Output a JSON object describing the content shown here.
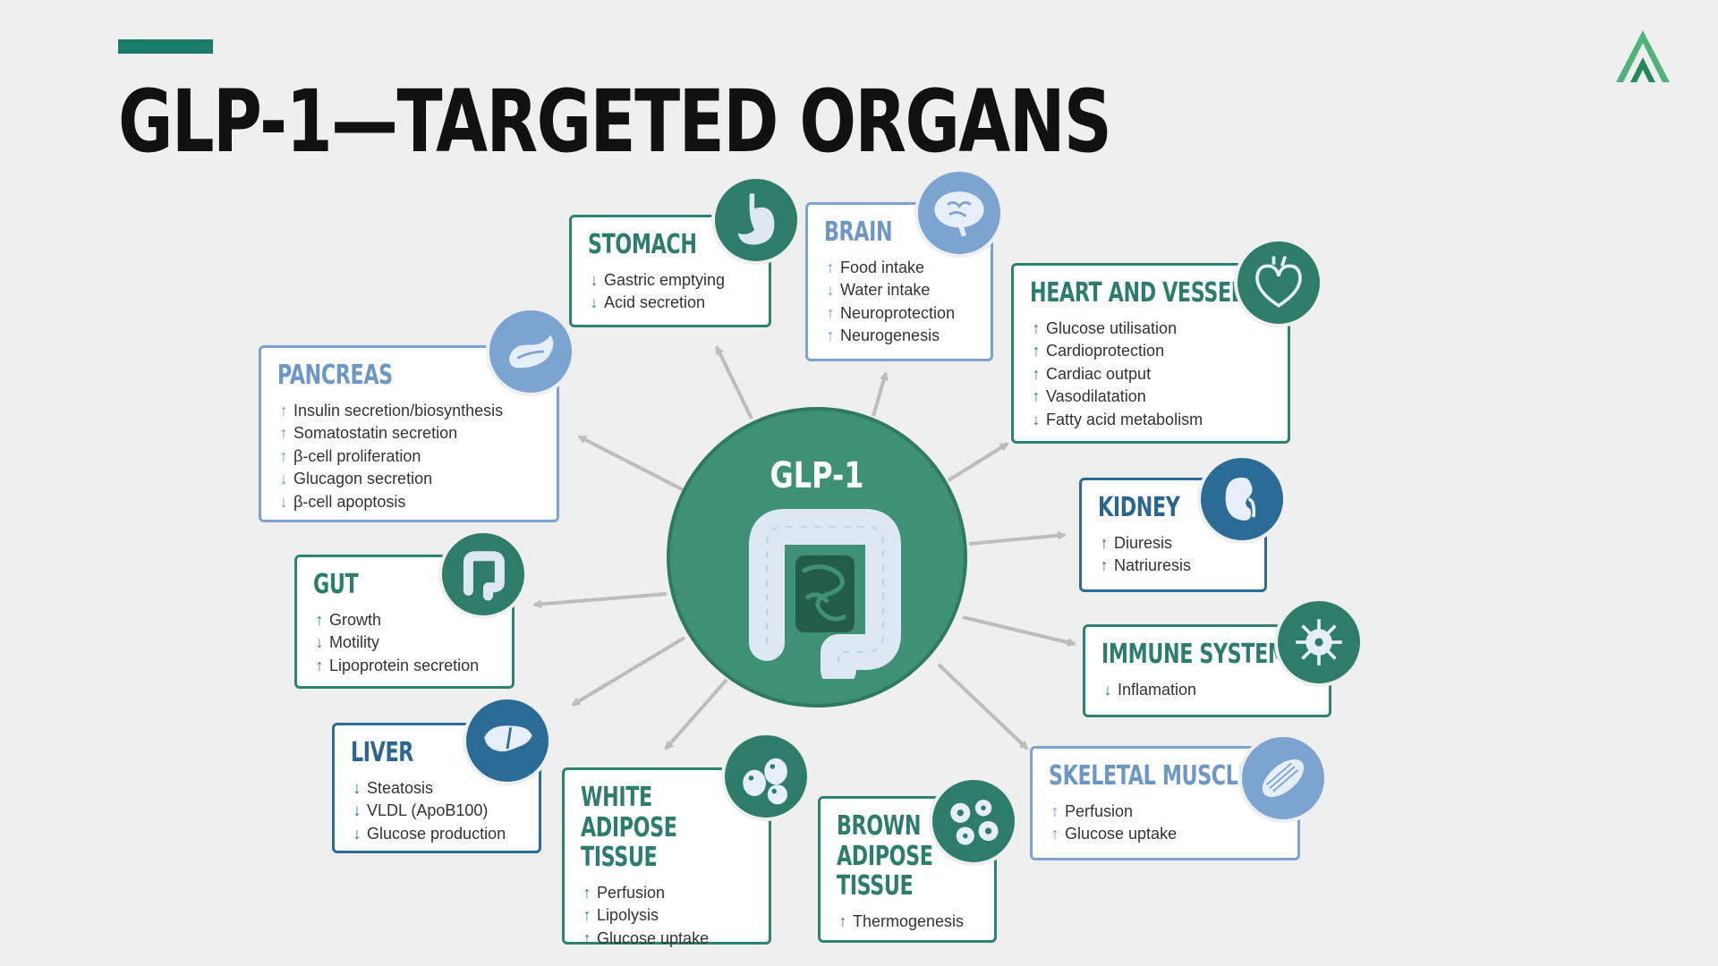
{
  "title": "GLP-1—TARGETED ORGANS",
  "center_label": "GLP-1",
  "colors": {
    "accent": "#1a7d6a",
    "teal": "#2d8270",
    "blue": "#7aa3cf",
    "navy": "#2a6c96",
    "center": "#3f9176"
  },
  "up_arrow": "↑",
  "down_arrow": "↓",
  "organs": [
    {
      "name": "STOMACH",
      "icon": "stomach-icon",
      "effects": [
        {
          "dir": "down",
          "text": "Gastric emptying"
        },
        {
          "dir": "down",
          "text": "Acid secretion"
        }
      ]
    },
    {
      "name": "BRAIN",
      "icon": "brain-icon",
      "effects": [
        {
          "dir": "up",
          "text": "Food intake"
        },
        {
          "dir": "down",
          "text": "Water intake"
        },
        {
          "dir": "up",
          "text": "Neuroprotection"
        },
        {
          "dir": "up",
          "text": "Neurogenesis"
        }
      ]
    },
    {
      "name": "HEART AND VESSELS",
      "icon": "heart-icon",
      "effects": [
        {
          "dir": "up",
          "text": "Glucose utilisation"
        },
        {
          "dir": "up",
          "text": "Cardioprotection"
        },
        {
          "dir": "up",
          "text": "Cardiac output"
        },
        {
          "dir": "up",
          "text": "Vasodilatation"
        },
        {
          "dir": "down",
          "text": "Fatty acid metabolism"
        }
      ]
    },
    {
      "name": "PANCREAS",
      "icon": "pancreas-icon",
      "effects": [
        {
          "dir": "up",
          "text": "Insulin secretion/biosynthesis"
        },
        {
          "dir": "up",
          "text": "Somatostatin secretion"
        },
        {
          "dir": "up",
          "text": "β-cell proliferation"
        },
        {
          "dir": "down",
          "text": "Glucagon secretion"
        },
        {
          "dir": "down",
          "text": "β-cell apoptosis"
        }
      ]
    },
    {
      "name": "KIDNEY",
      "icon": "kidney-icon",
      "effects": [
        {
          "dir": "up",
          "text": "Diuresis"
        },
        {
          "dir": "up",
          "text": "Natriuresis"
        }
      ]
    },
    {
      "name": "GUT",
      "icon": "gut-icon",
      "effects": [
        {
          "dir": "up",
          "text": "Growth"
        },
        {
          "dir": "down",
          "text": "Motility"
        },
        {
          "dir": "up",
          "text": "Lipoprotein secretion"
        }
      ]
    },
    {
      "name": "IMMUNE SYSTEM",
      "icon": "immune-cell-icon",
      "effects": [
        {
          "dir": "down",
          "text": "Inflamation"
        }
      ]
    },
    {
      "name": "LIVER",
      "icon": "liver-icon",
      "effects": [
        {
          "dir": "down",
          "text": "Steatosis"
        },
        {
          "dir": "down",
          "text": "VLDL (ApoB100)"
        },
        {
          "dir": "down",
          "text": "Glucose production"
        }
      ]
    },
    {
      "name": "WHITE\nADIPOSE TISSUE",
      "icon": "white-adipose-icon",
      "effects": [
        {
          "dir": "up",
          "text": "Perfusion"
        },
        {
          "dir": "up",
          "text": "Lipolysis"
        },
        {
          "dir": "up",
          "text": "Glucose uptake"
        }
      ]
    },
    {
      "name": "BROWN\nADIPOSE\nTISSUE",
      "icon": "brown-adipose-icon",
      "effects": [
        {
          "dir": "up",
          "text": "Thermogenesis"
        }
      ]
    },
    {
      "name": "SKELETAL MUSCLE",
      "icon": "muscle-icon",
      "effects": [
        {
          "dir": "up",
          "text": "Perfusion"
        },
        {
          "dir": "up",
          "text": "Glucose uptake"
        }
      ]
    }
  ]
}
